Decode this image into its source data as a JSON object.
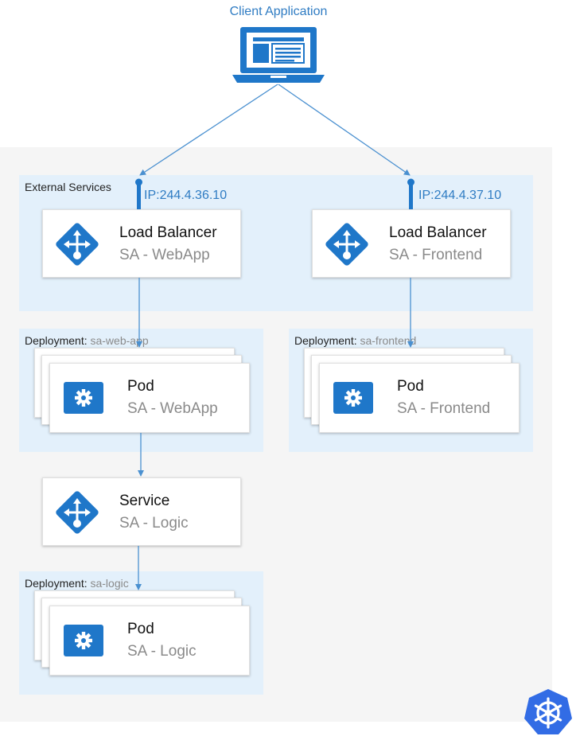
{
  "client": {
    "label": "Client Application",
    "icon": "laptop-icon"
  },
  "cluster": {
    "logo": "kubernetes-logo-icon",
    "logo_color": "#326ce5"
  },
  "external_services": {
    "label": "External Services",
    "lb_left": {
      "ip": "IP:244.4.36.10",
      "title": "Load Balancer",
      "sub": "SA - WebApp"
    },
    "lb_right": {
      "ip": "IP:244.4.37.10",
      "title": "Load Balancer",
      "sub": "SA - Frontend"
    }
  },
  "deploy_webapp": {
    "label": "Deployment:",
    "name": "sa-web-app",
    "pod_title": "Pod",
    "pod_sub": "SA - WebApp"
  },
  "deploy_frontend": {
    "label": "Deployment:",
    "name": "sa-frontend",
    "pod_title": "Pod",
    "pod_sub": "SA - Frontend"
  },
  "service": {
    "title": "Service",
    "sub": "SA - Logic"
  },
  "deploy_logic": {
    "label": "Deployment:",
    "name": "sa-logic",
    "pod_title": "Pod",
    "pod_sub": "SA - Logic"
  },
  "colors": {
    "accent": "#1f77c9",
    "zone": "#e3f0fb",
    "arrow": "#4a90d0"
  }
}
